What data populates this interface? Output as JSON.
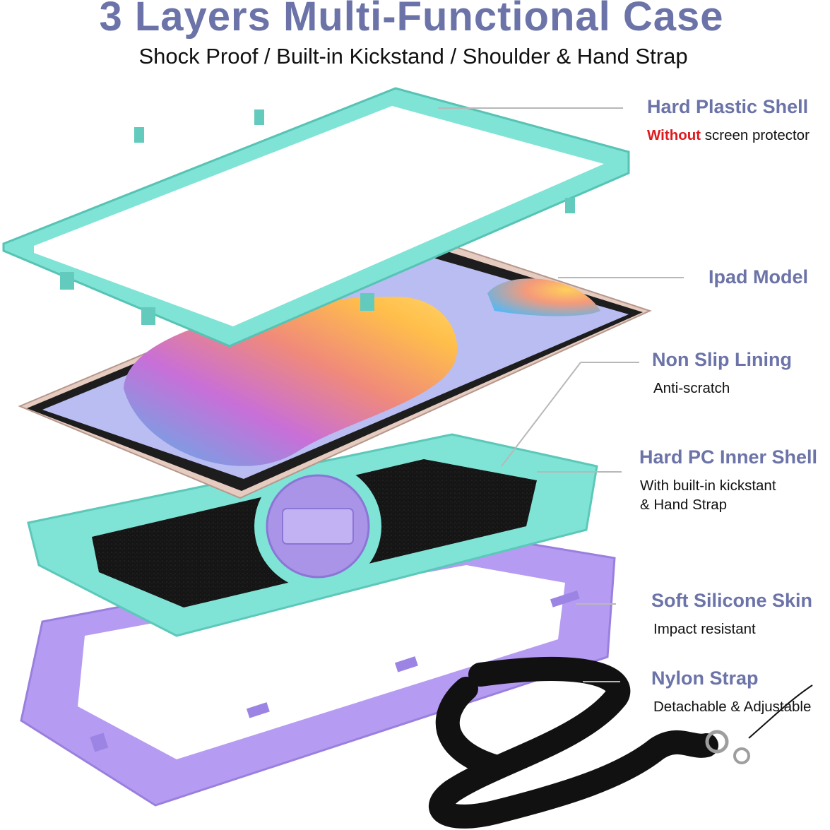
{
  "header": {
    "title": "3 Layers Multi-Functional Case",
    "subtitle": "Shock Proof / Built-in Kickstand / Shoulder & Hand Strap"
  },
  "colors": {
    "title": "#6b73a8",
    "highlight": "#e0191e",
    "mint": "#7fe3d6",
    "lavender": "#b29af0",
    "strap": "#111111"
  },
  "features": [
    {
      "label": "Hard Plastic Shell",
      "desc_highlight": "Without",
      "desc": " screen protector"
    },
    {
      "label": "Ipad Model",
      "desc": ""
    },
    {
      "label": "Non Slip Lining",
      "desc": "Anti-scratch"
    },
    {
      "label": "Hard PC Inner Shell",
      "desc": "With built-in kickstant",
      "desc2": "& Hand Strap"
    },
    {
      "label": "Soft Silicone Skin",
      "desc": "Impact resistant"
    },
    {
      "label": "Nylon Strap",
      "desc": "Detachable & Adjustable"
    }
  ]
}
